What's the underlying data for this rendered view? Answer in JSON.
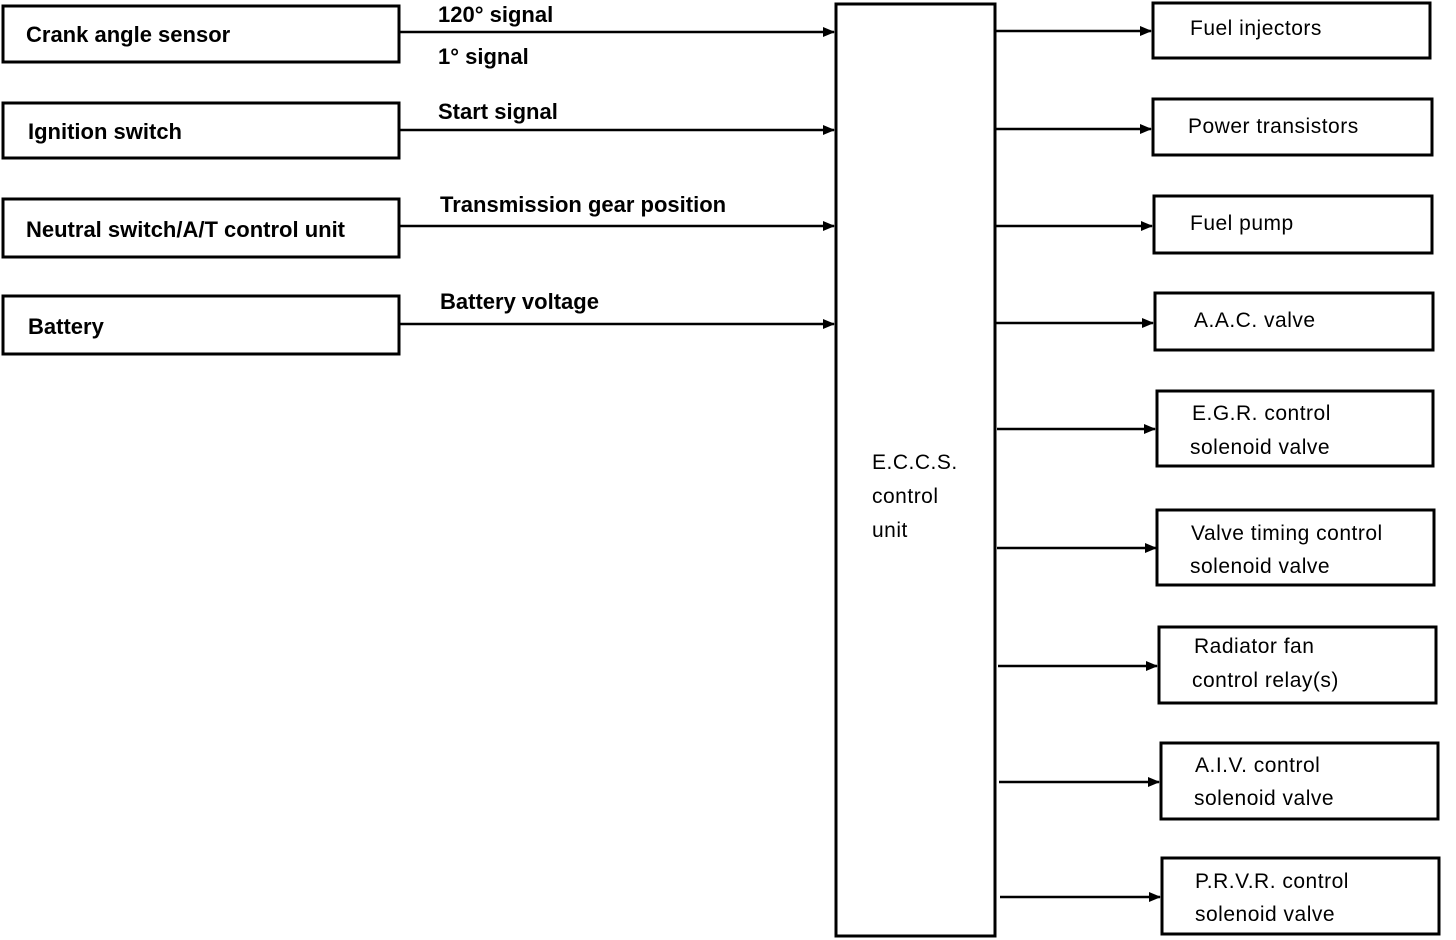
{
  "inputs": [
    {
      "label": "Crank angle sensor",
      "signals": [
        "120° signal",
        "1° signal"
      ]
    },
    {
      "label": "Ignition switch",
      "signals": [
        "Start signal"
      ]
    },
    {
      "label": "Neutral switch/A/T control unit",
      "signals": [
        "Transmission gear position"
      ]
    },
    {
      "label": "Battery",
      "signals": [
        "Battery voltage"
      ]
    }
  ],
  "control_unit": {
    "lines": [
      "E.C.C.S.",
      "control",
      "unit"
    ]
  },
  "outputs": [
    {
      "lines": [
        "Fuel injectors"
      ]
    },
    {
      "lines": [
        "Power transistors"
      ]
    },
    {
      "lines": [
        "Fuel pump"
      ]
    },
    {
      "lines": [
        "A.A.C. valve"
      ]
    },
    {
      "lines": [
        "E.G.R. control",
        "solenoid valve"
      ]
    },
    {
      "lines": [
        "Valve timing control",
        "solenoid valve"
      ]
    },
    {
      "lines": [
        "Radiator fan",
        "control relay(s)"
      ]
    },
    {
      "lines": [
        "A.I.V. control",
        "solenoid valve"
      ]
    },
    {
      "lines": [
        "P.R.V.R. control",
        "solenoid valve"
      ]
    }
  ]
}
